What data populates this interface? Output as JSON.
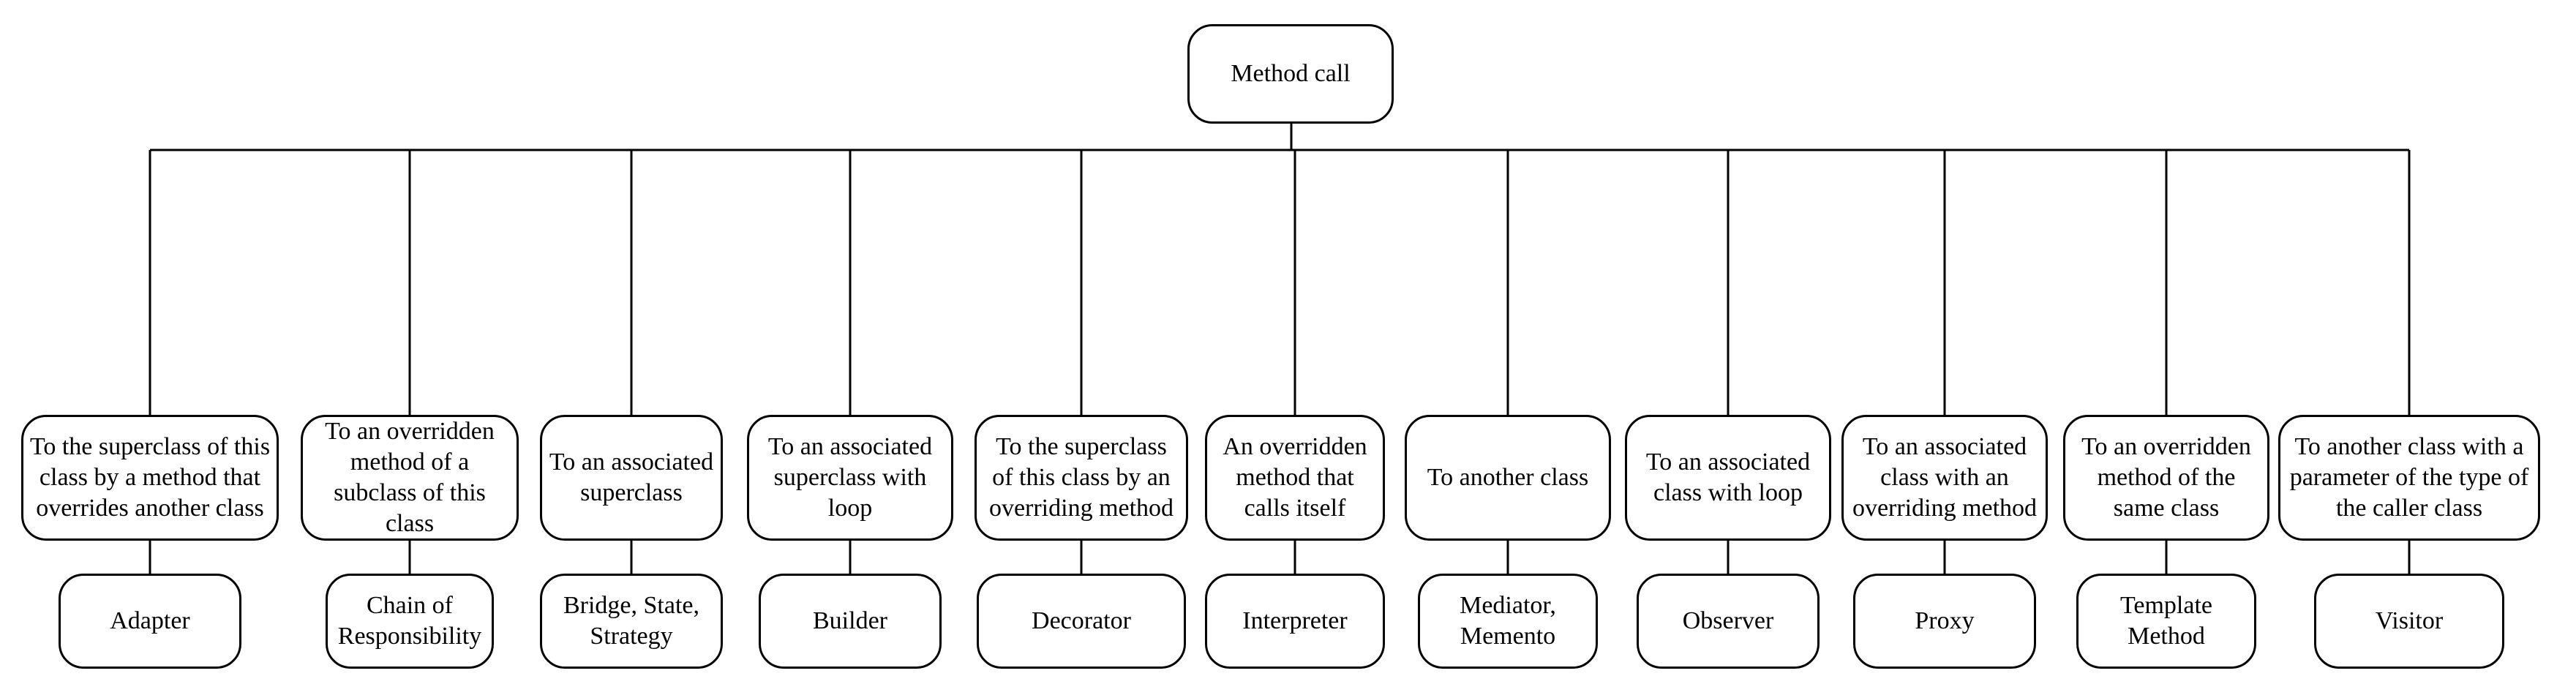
{
  "root": {
    "label": "Method call"
  },
  "children": [
    {
      "condition": "To the superclass of this class by a method that overrides another class",
      "pattern": "Adapter"
    },
    {
      "condition": "To an overridden method of a subclass of this class",
      "pattern": "Chain of Responsibility"
    },
    {
      "condition": "To an associated superclass",
      "pattern": "Bridge, State, Strategy"
    },
    {
      "condition": "To an associated superclass with loop",
      "pattern": "Builder"
    },
    {
      "condition": "To the superclass of this class by an overriding method",
      "pattern": "Decorator"
    },
    {
      "condition": "An overridden method that calls itself",
      "pattern": "Interpreter"
    },
    {
      "condition": "To another class",
      "pattern": "Mediator, Memento"
    },
    {
      "condition": "To an associated class with loop",
      "pattern": "Observer"
    },
    {
      "condition": "To an associated class with an overriding method",
      "pattern": "Proxy"
    },
    {
      "condition": "To an overridden method of the same class",
      "pattern": "Template Method"
    },
    {
      "condition": "To another class with a parameter of the type of the caller class",
      "pattern": "Visitor"
    }
  ]
}
